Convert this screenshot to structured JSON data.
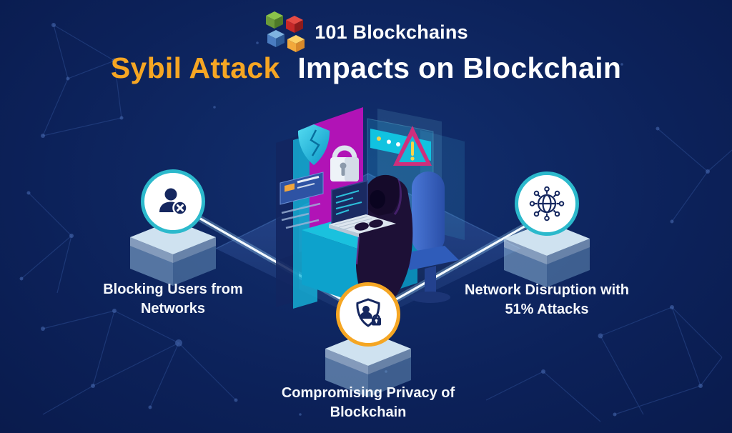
{
  "header": {
    "brand": "101 Blockchains",
    "logo_cube_colors": [
      "#6a9a3a",
      "#c62b2b",
      "#3f6fb5",
      "#f2a93b"
    ]
  },
  "title": {
    "highlight": "Sybil Attack",
    "rest": "Impacts on Blockchain",
    "highlight_color": "#F6A623",
    "text_color": "#FFFFFF"
  },
  "impacts": [
    {
      "id": "blocking-users",
      "position": "left",
      "icon": "user-blocked-icon",
      "ring_color": "#2CB9CC",
      "label_line1": "Blocking Users from",
      "label_line2": "Networks"
    },
    {
      "id": "compromising-privacy",
      "position": "center",
      "icon": "shield-user-lock-icon",
      "ring_color": "#F5A623",
      "label_line1": "Compromising Privacy of",
      "label_line2": "Blockchain"
    },
    {
      "id": "network-disruption",
      "position": "right",
      "icon": "globe-network-icon",
      "ring_color": "#2CB9CC",
      "label_line1": "Network Disruption with",
      "label_line2": "51% Attacks"
    }
  ],
  "illustration": {
    "name": "hooded-hacker-at-laptop",
    "elements": [
      "cracked-shield-icon",
      "padlock-icon",
      "password-field-warning-icon",
      "credit-card-icon",
      "laptop-icon",
      "office-chair-icon"
    ]
  },
  "colors": {
    "background": "#0B1E58",
    "floor": "#1D3A7C",
    "icon_navy": "#15275F",
    "teal": "#2CB9CC",
    "orange": "#F5A623",
    "magenta": "#B113B6"
  }
}
